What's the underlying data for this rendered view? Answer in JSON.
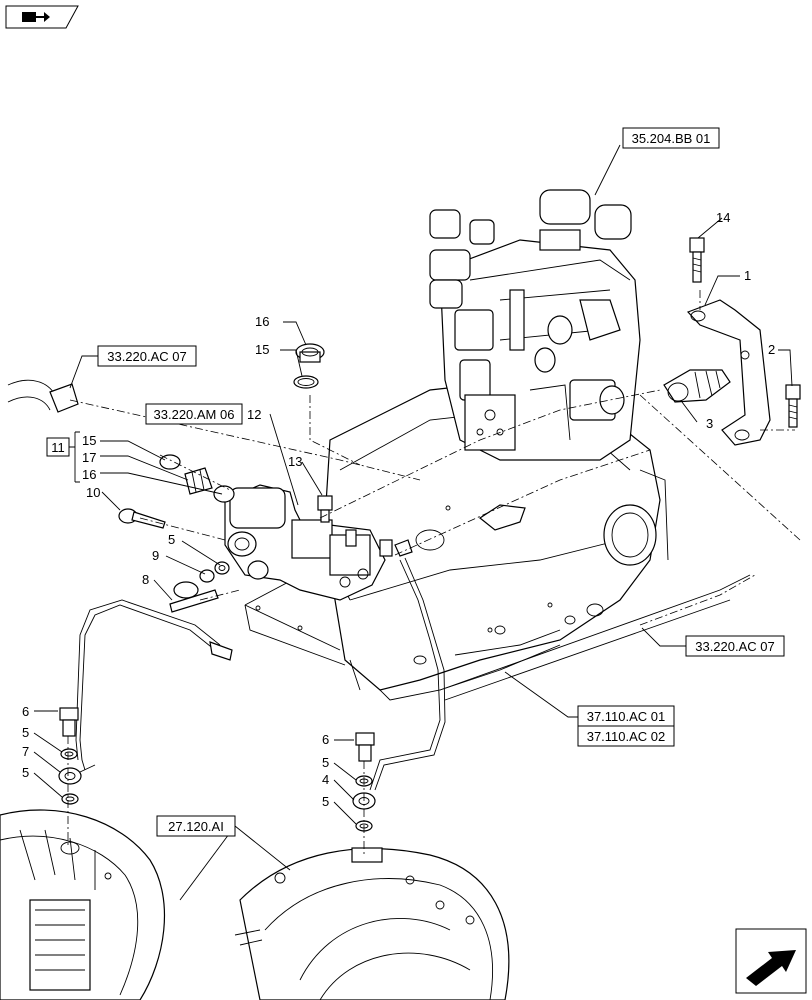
{
  "refs": {
    "r35204bb01": "35.204.BB 01",
    "r33220ac07_top": "33.220.AC 07",
    "r33220am06": "33.220.AM 06",
    "r33220ac07_right": "33.220.AC 07",
    "r37110ac01": "37.110.AC 01",
    "r37110ac02": "37.110.AC 02",
    "r27120ai": "27.120.AI"
  },
  "callouts": {
    "c1": "1",
    "c2": "2",
    "c3": "3",
    "c14": "14",
    "c16_top": "16",
    "c15_top": "15",
    "c12": "12",
    "c13": "13",
    "c11": "11",
    "c15_group": "15",
    "c17": "17",
    "c16_group": "16",
    "c10": "10",
    "c5_mid": "5",
    "c9": "9",
    "c8": "8",
    "c6_left": "6",
    "c5_left_a": "5",
    "c7": "7",
    "c5_left_b": "5",
    "c6_right": "6",
    "c5_right_a": "5",
    "c4": "4",
    "c5_right_b": "5"
  },
  "icons": {
    "top_left": "book-arrow-icon",
    "bottom_right": "next-page-arrow-icon"
  }
}
